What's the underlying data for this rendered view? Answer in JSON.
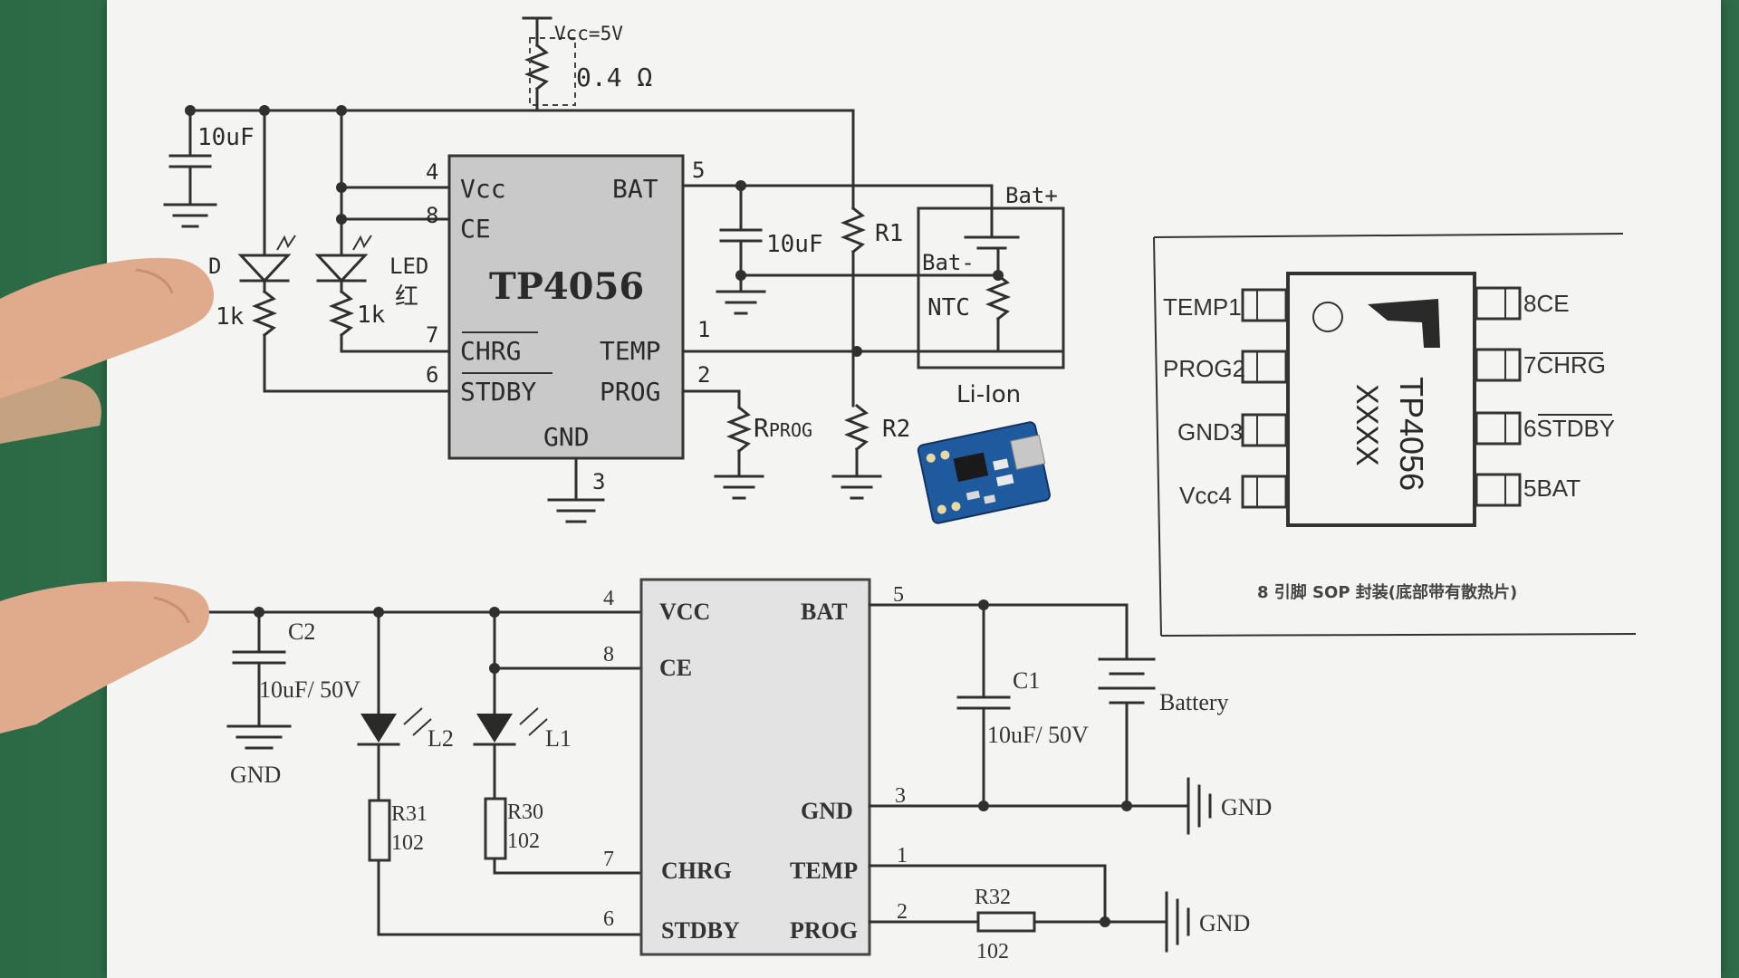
{
  "top_circuit": {
    "vcc_label": "Vcc=5V",
    "shunt_res": "0.4 Ω",
    "cap_in": "10uF",
    "chip_name": "TP4056",
    "pin_vcc": "Vcc",
    "pin_ce": "CE",
    "pin_bat": "BAT",
    "pin_chrg": "CHRG",
    "pin_temp": "TEMP",
    "pin_stdby": "STDBY",
    "pin_prog": "PROG",
    "pin_gnd": "GND",
    "pin_num_4": "4",
    "pin_num_8": "8",
    "pin_num_7": "7",
    "pin_num_6": "6",
    "pin_num_5": "5",
    "pin_num_1": "1",
    "pin_num_2": "2",
    "pin_num_3": "3",
    "res_1k_a": "1k",
    "res_1k_b": "1k",
    "led_label": "LED",
    "led_color": "红",
    "cap_out": "10uF",
    "r1": "R1",
    "r2": "R2",
    "rprog_r": "R",
    "rprog_sub": "PROG",
    "bat_plus": "Bat+",
    "bat_minus": "Bat-",
    "ntc": "NTC",
    "li_ion": "Li-Ion",
    "edge_mark": "D"
  },
  "pinout": {
    "left_pins": [
      "TEMP1",
      "PROG2",
      "GND3",
      "Vcc4"
    ],
    "right_pins": [
      {
        "num": "8",
        "name": "CE"
      },
      {
        "num": "7",
        "name": "CHRG"
      },
      {
        "num": "6",
        "name": "STDBY"
      },
      {
        "num": "5",
        "name": "BAT"
      }
    ],
    "chip_marking": "TP4056",
    "chip_code": "XXXX",
    "caption": "8 引脚 SOP 封装(底部带有散热片)"
  },
  "bottom_circuit": {
    "pin_vcc": "VCC",
    "pin_ce": "CE",
    "pin_chrg": "CHRG",
    "pin_stdby": "STDBY",
    "pin_bat": "BAT",
    "pin_gnd": "GND",
    "pin_temp": "TEMP",
    "pin_prog": "PROG",
    "pin_num_4": "4",
    "pin_num_8": "8",
    "pin_num_7": "7",
    "pin_num_6": "6",
    "pin_num_5": "5",
    "pin_num_3": "3",
    "pin_num_1": "1",
    "pin_num_2": "2",
    "c2": "C2",
    "c2_val": "10uF/ 50V",
    "gnd_left": "GND",
    "l2": "L2",
    "l1": "L1",
    "r31": "R31",
    "r31_val": "102",
    "r30": "R30",
    "r30_val": "102",
    "c1": "C1",
    "c1_val": "10uF/ 50V",
    "battery": "Battery",
    "gnd_right_1": "GND",
    "gnd_right_2": "GND",
    "r32": "R32",
    "r32_val": "102"
  },
  "colors": {
    "paper": "#f4f4f2",
    "ink": "#2a2a2a",
    "chip_fill": "#c9c9c9",
    "board": "#1f5a9e",
    "background": "#2f6b4a"
  }
}
